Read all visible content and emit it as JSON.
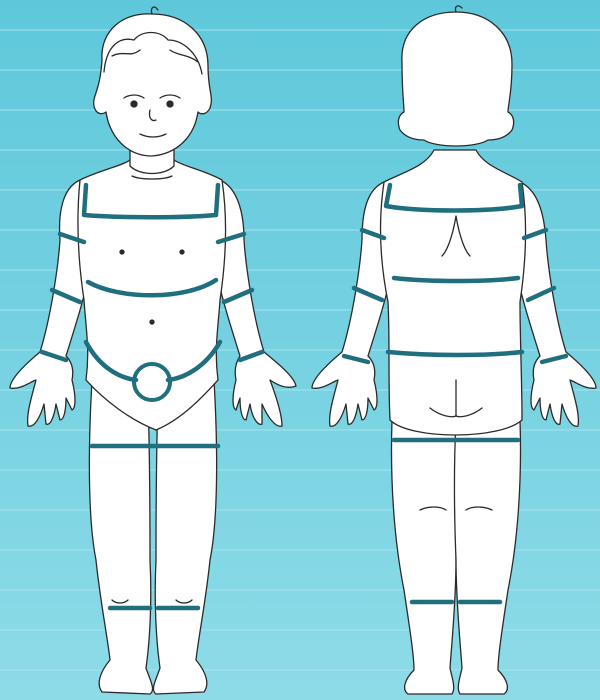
{
  "figure": {
    "kind": "body-surface-region-chart",
    "views": [
      {
        "view": "front",
        "regions": [
          "head-neck",
          "upper-arm-left",
          "upper-arm-right",
          "forearm-left",
          "forearm-right",
          "hand-left",
          "hand-right",
          "chest",
          "abdomen",
          "groin",
          "thigh-left",
          "thigh-right",
          "lower-leg-left",
          "lower-leg-right",
          "foot-left",
          "foot-right"
        ]
      },
      {
        "view": "back",
        "regions": [
          "head-neck",
          "upper-arm-left",
          "upper-arm-right",
          "forearm-left",
          "forearm-right",
          "hand-left",
          "hand-right",
          "upper-back",
          "lower-back",
          "buttocks",
          "thigh-left",
          "thigh-right",
          "lower-leg-left",
          "lower-leg-right",
          "foot-left",
          "foot-right"
        ]
      }
    ]
  },
  "colors": {
    "background": "#6ccfe0",
    "background_light": "#8edbe8",
    "stripe": "#a6e3ee",
    "region_line": "#1f6f7f",
    "outline": "#2b2b2b",
    "skin_fill": "#ffffff"
  }
}
